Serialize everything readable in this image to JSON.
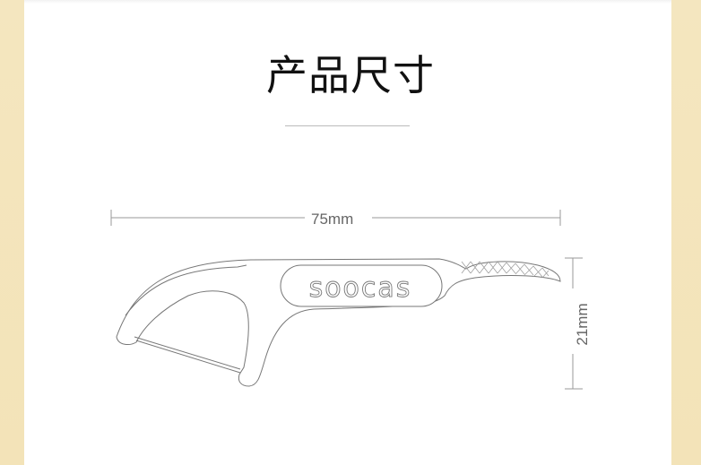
{
  "title": "产品尺寸",
  "dimensions": {
    "length": "75mm",
    "height": "21mm"
  },
  "logo": "soocas",
  "colors": {
    "side_band": "#f4e6bf",
    "line": "#888888",
    "title": "#111111"
  }
}
